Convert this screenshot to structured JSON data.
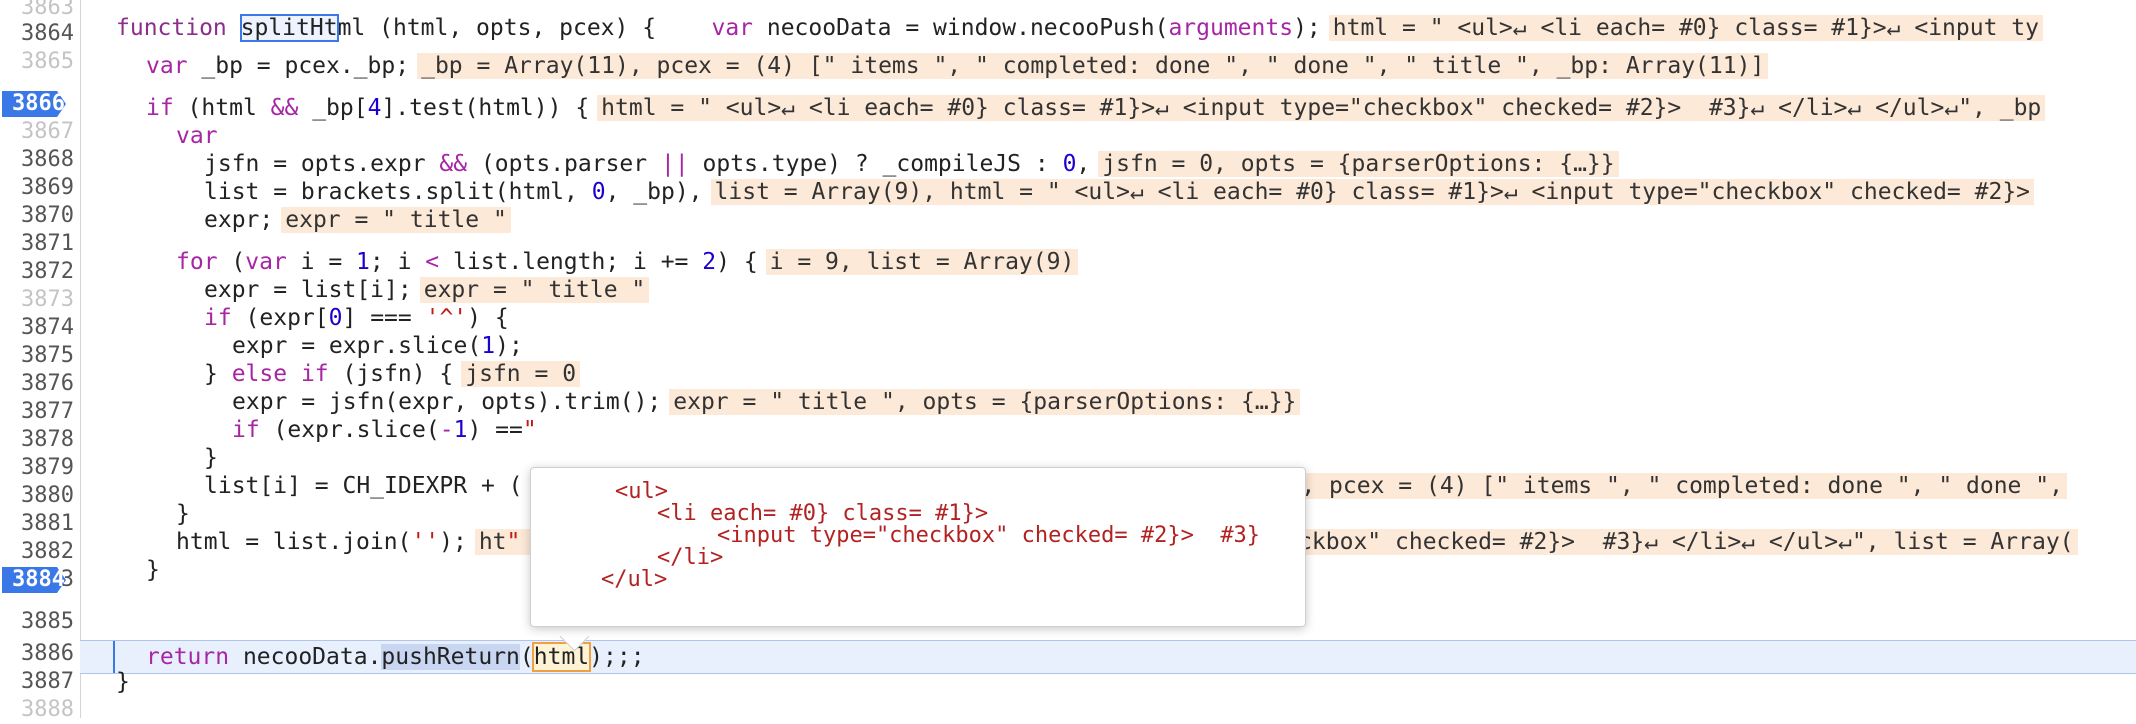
{
  "gutter": {
    "lines": [
      {
        "n": "3863",
        "blank": true
      },
      {
        "n": "3864",
        "blank": false
      },
      {
        "n": "3865",
        "blank": true
      },
      {
        "n": "3866",
        "blank": false,
        "breakpoint": true
      },
      {
        "n": "3867",
        "blank": true
      },
      {
        "n": "3868",
        "blank": false
      },
      {
        "n": "3869",
        "blank": false
      },
      {
        "n": "3870",
        "blank": false
      },
      {
        "n": "3871",
        "blank": false
      },
      {
        "n": "3872",
        "blank": false
      },
      {
        "n": "3873",
        "blank": true
      },
      {
        "n": "3874",
        "blank": false
      },
      {
        "n": "3875",
        "blank": false
      },
      {
        "n": "3876",
        "blank": false
      },
      {
        "n": "3877",
        "blank": false
      },
      {
        "n": "3878",
        "blank": false
      },
      {
        "n": "3879",
        "blank": false
      },
      {
        "n": "3880",
        "blank": false
      },
      {
        "n": "3881",
        "blank": false
      },
      {
        "n": "3882",
        "blank": false
      },
      {
        "n": "3883",
        "blank": false
      },
      {
        "n": "3884",
        "blank": false,
        "breakpoint": true
      },
      {
        "n": "3885",
        "blank": false
      },
      {
        "n": "3886",
        "blank": false
      },
      {
        "n": "3887",
        "blank": false
      },
      {
        "n": "3888",
        "blank": true
      }
    ]
  },
  "code": {
    "l3864": {
      "kw": "function",
      "name_hl": "splitHt",
      "name_rest": "ml",
      "params": " (html, opts, pcex) {",
      "gap": "    ",
      "kw_var": "var",
      "rest": " necooData = window.necooPush(",
      "arg": "arguments",
      "end": ");",
      "inline": "html = \" <ul>↵ <li each= #0} class= #1}>↵ <input ty"
    },
    "l3866": {
      "kw": "var",
      "rest": " _bp = pcex._bp;",
      "inline": "_bp = Array(11), pcex = (4) [\" items \", \" completed: done \", \" done \", \" title \", _bp: Array(11)]"
    },
    "l3868": {
      "kw": "if",
      "a": " (html ",
      "op": "&&",
      "b": " _bp[",
      "num": "4",
      "c": "].test(html)) {",
      "inline": "html = \" <ul>↵ <li each= #0} class= #1}>↵ <input type=\"checkbox\" checked= #2}>  #3}↵ </li>↵ </ul>↵\", _bp"
    },
    "l3869": {
      "kw": "var"
    },
    "l3870": {
      "a": "jsfn = opts.expr ",
      "op1": "&&",
      "b": " (opts.parser ",
      "op2": "||",
      "c": " opts.type) ? _compileJS : ",
      "num": "0",
      "d": ",",
      "inline": "jsfn = 0, opts = {parserOptions: {…}}"
    },
    "l3871": {
      "a": "list = brackets.split(html, ",
      "num": "0",
      "b": ", _bp),",
      "inline": "list = Array(9), html = \" <ul>↵ <li each= #0} class= #1}>↵ <input type=\"checkbox\" checked= #2}>"
    },
    "l3872": {
      "a": "expr;",
      "inline": "expr = \" title \""
    },
    "l3874": {
      "kw1": "for",
      "a": " (",
      "kw2": "var",
      "b": " i = ",
      "n1": "1",
      "c": "; i ",
      "op": "<",
      "d": " list.length; i += ",
      "n2": "2",
      "e": ") {",
      "inline": "i = 9, list = Array(9)"
    },
    "l3875": {
      "a": "expr = list[i];",
      "inline": "expr = \" title \""
    },
    "l3876": {
      "kw": "if",
      "a": " (expr[",
      "num": "0",
      "b": "] === ",
      "str": "'^'",
      "c": ") {"
    },
    "l3877": {
      "a": "expr = expr.slice(",
      "num": "1",
      "b": ");"
    },
    "l3878": {
      "a": "} ",
      "kw": "else if",
      "b": " (jsfn) {",
      "inline": "jsfn = 0"
    },
    "l3879": {
      "a": "expr = jsfn(expr, opts).trim();",
      "inline": "expr = \" title \", opts = {parserOptions: {…}}"
    },
    "l3880": {
      "kw": "if",
      "a": " (expr.slice(",
      "op": "-",
      "num": "1",
      "b": ") ==",
      "str": "\""
    },
    "l3881": {
      "a": "}"
    },
    "l3882": {
      "a": "list[i] = CH_IDEXPR + (",
      "inline": "9, pcex = (4) [\" items \", \" completed: done \", \" done \","
    },
    "l3883": {
      "a": "}"
    },
    "l3884": {
      "a": "html = list.join(",
      "str": "''",
      "b": ");",
      "inline_a": "ht",
      "inline_str": "\"",
      "inline_b": "heckbox\" checked= #2}>  #3}↵ </li>↵ </ul>↵\", list = Array("
    },
    "l3885": {
      "a": "}"
    },
    "l3886": {
      "kw": "return",
      "a": " necooData.",
      "sel": "pushReturn",
      "b": "(",
      "hover": "html",
      "c": ");;;"
    },
    "l3887": {
      "a": "}"
    }
  },
  "tooltip": {
    "lines": [
      "<ul>",
      "<li each= #0} class= #1}>",
      "<input type=\"checkbox\" checked= #2}>  #3}",
      "</li>",
      "</ul>"
    ]
  }
}
